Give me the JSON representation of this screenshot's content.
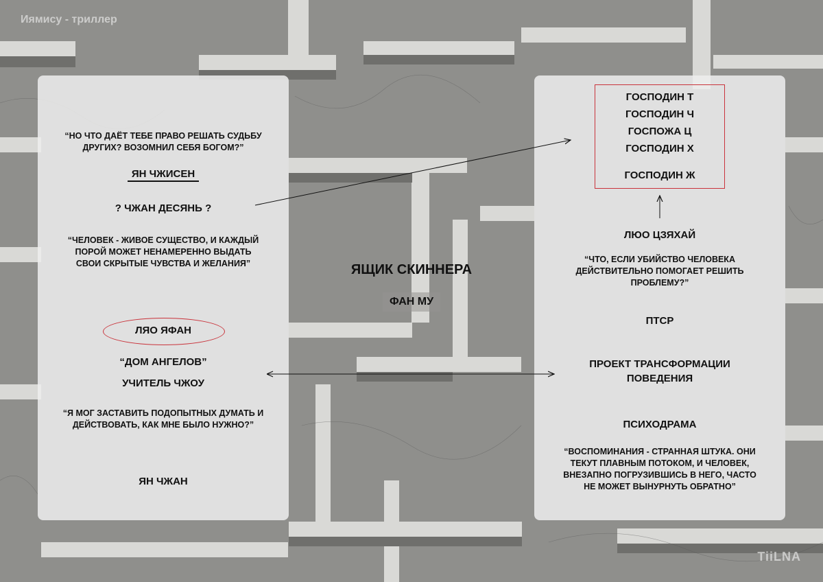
{
  "header": {
    "title": "Иямису - триллер"
  },
  "watermark": "TiiLNA",
  "center": {
    "title": "ЯЩИК СКИННЕРА",
    "subtitle": "ФАН МУ"
  },
  "left": {
    "quote1": [
      "“НО ЧТО ДАЁТ ТЕБЕ ПРАВО РЕШАТЬ СУДЬБУ",
      "ДРУГИХ? ВОЗОМНИЛ СЕБЯ БОГОМ?”"
    ],
    "name1": "ЯН ЧЖИСЕН",
    "name2": "? ЧЖАН ДЕСЯНЬ ?",
    "quote2": [
      "“ЧЕЛОВЕК - ЖИВОЕ СУЩЕСТВО, И КАЖДЫЙ",
      "ПОРОЙ МОЖЕТ НЕНАМЕРЕННО ВЫДАТЬ",
      "СВОИ СКРЫТЫЕ ЧУВСТВА И ЖЕЛАНИЯ”"
    ],
    "name3": "ЛЯО ЯФАН",
    "name4": "“ДОМ АНГЕЛОВ”",
    "name5": "УЧИТЕЛЬ ЧЖОУ",
    "quote3": [
      "“Я МОГ ЗАСТАВИТЬ ПОДОПЫТНЫХ ДУМАТЬ И",
      "ДЕЙСТВОВАТЬ, КАК МНЕ БЫЛО НУЖНО?”"
    ],
    "name6": "ЯН ЧЖАН"
  },
  "right": {
    "box": [
      "ГОСПОДИН Т",
      "ГОСПОДИН Ч",
      "ГОСПОЖА Ц",
      "ГОСПОДИН Х",
      "ГОСПОДИН Ж"
    ],
    "name1": "ЛЮО ЦЗЯХАЙ",
    "quote1": [
      "“ЧТО, ЕСЛИ УБИЙСТВО ЧЕЛОВЕКА",
      "ДЕЙСТВИТЕЛЬНО ПОМОГАЕТ РЕШИТЬ",
      "ПРОБЛЕМУ?”"
    ],
    "name2": "ПТСР",
    "name3": [
      "ПРОЕКТ ТРАНСФОРМАЦИИ",
      "ПОВЕДЕНИЯ"
    ],
    "name4": "ПСИХОДРАМА",
    "quote2": [
      "“ВОСПОМИНАНИЯ - СТРАННАЯ ШТУКА. ОНИ",
      "ТЕКУТ ПЛАВНЫМ ПОТОКОМ, И ЧЕЛОВЕК,",
      "ВНЕЗАПНО ПОГРУЗИВШИСЬ В НЕГО, ЧАСТО",
      "НЕ МОЖЕТ ВЫНУРНУТЬ ОБРАТНО”"
    ]
  }
}
